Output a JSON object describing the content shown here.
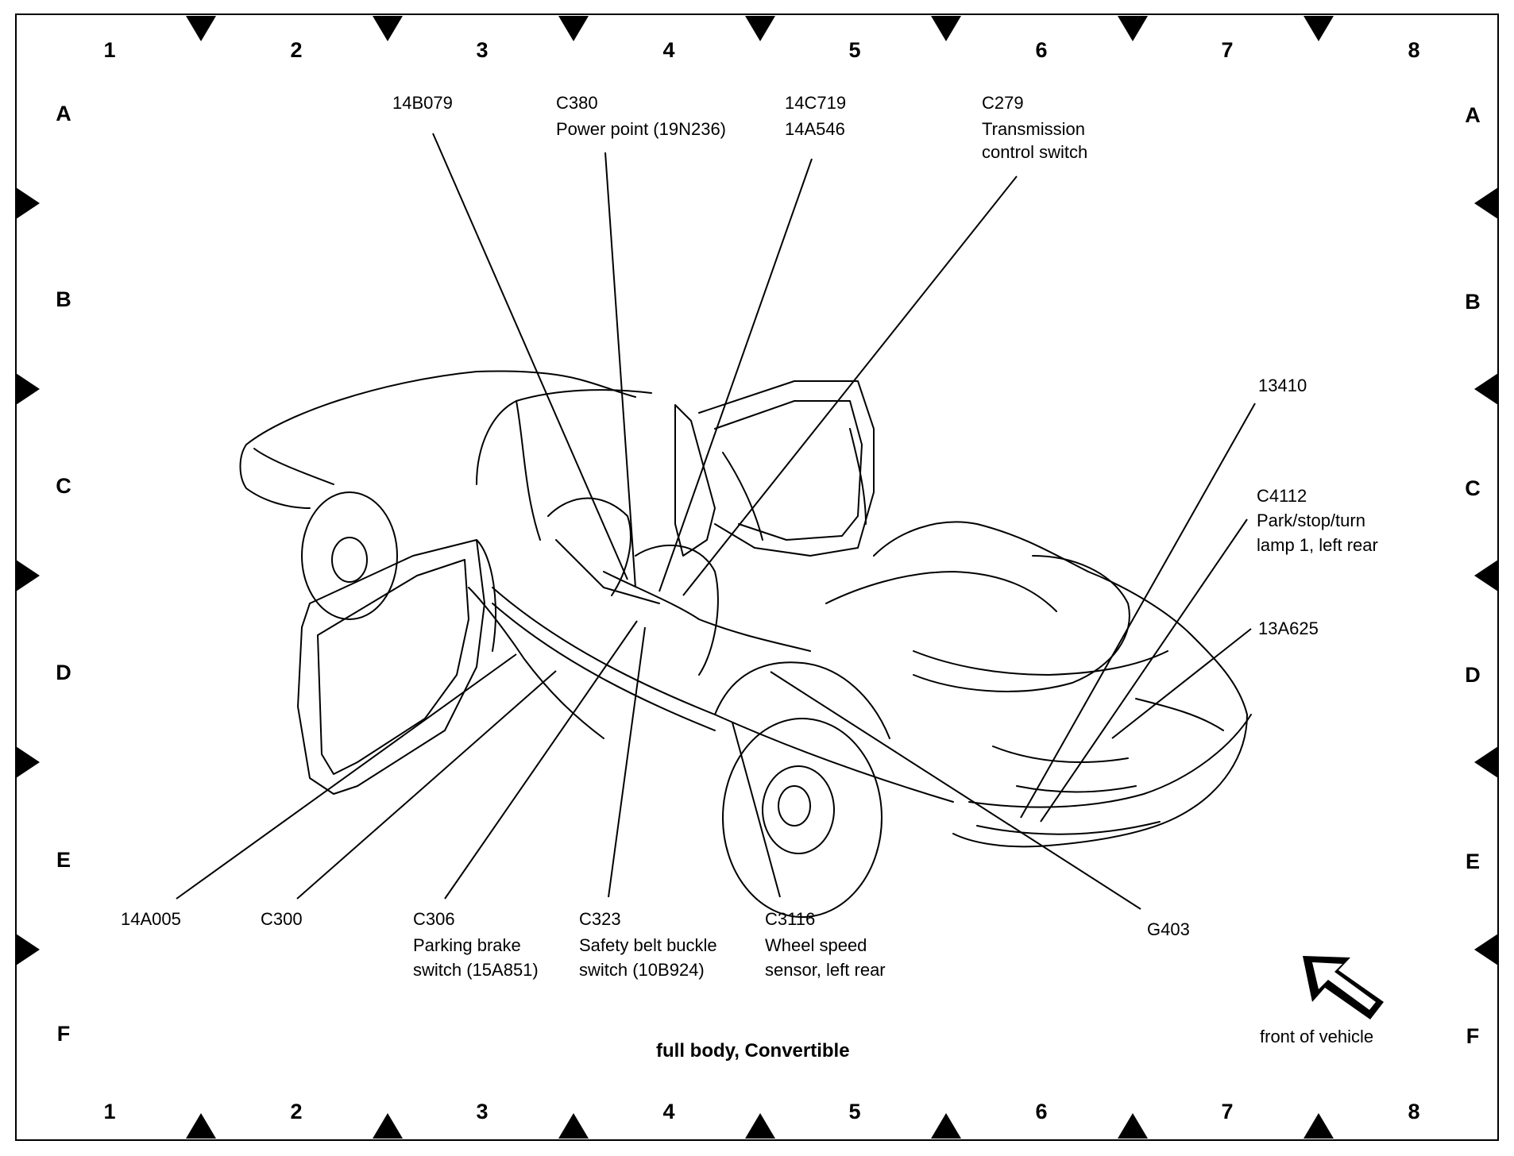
{
  "columns": [
    "1",
    "2",
    "3",
    "4",
    "5",
    "6",
    "7",
    "8"
  ],
  "rows": [
    "A",
    "B",
    "C",
    "D",
    "E",
    "F"
  ],
  "caption": "full body, Convertible",
  "front_label": "front of vehicle",
  "callouts": {
    "c14b079": "14B079",
    "c380_code": "C380",
    "c380_desc": "Power point (19N236)",
    "c14c719": "14C719",
    "c14a546": "14A546",
    "c279_code": "C279",
    "c279_desc1": "Transmission",
    "c279_desc2": "control switch",
    "c13410": "13410",
    "c4112_code": "C4112",
    "c4112_desc1": "Park/stop/turn",
    "c4112_desc2": "lamp 1, left rear",
    "c13a625": "13A625",
    "c14a005": "14A005",
    "c300": "C300",
    "c306_code": "C306",
    "c306_desc1": "Parking brake",
    "c306_desc2": "switch (15A851)",
    "c323_code": "C323",
    "c323_desc1": "Safety belt buckle",
    "c323_desc2": "switch (10B924)",
    "c3116_code": "C3116",
    "c3116_desc1": "Wheel speed",
    "c3116_desc2": "sensor, left rear",
    "g403": "G403"
  }
}
